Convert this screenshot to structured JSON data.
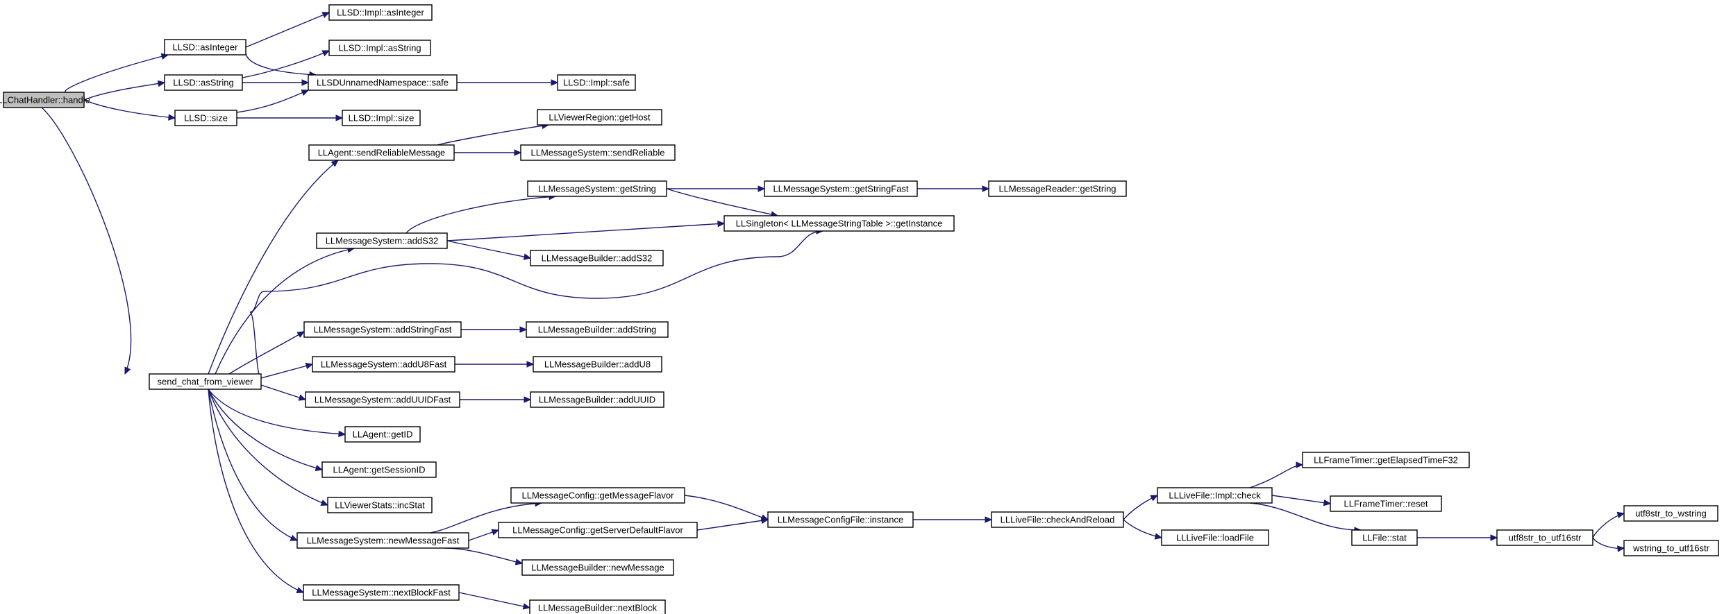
{
  "graph": {
    "edge_color": "#191970",
    "root_fill": "#bfbfbf",
    "nodes": [
      {
        "id": "handle",
        "label": "LLChatHandler::handle",
        "root": true
      },
      {
        "id": "asInteger",
        "label": "LLSD::asInteger"
      },
      {
        "id": "implAsInteger",
        "label": "LLSD::Impl::asInteger"
      },
      {
        "id": "asString",
        "label": "LLSD::asString"
      },
      {
        "id": "implAsString",
        "label": "LLSD::Impl::asString"
      },
      {
        "id": "safe",
        "label": "LLSDUnnamedNamespace::safe"
      },
      {
        "id": "implSafe",
        "label": "LLSD::Impl::safe"
      },
      {
        "id": "size",
        "label": "LLSD::size"
      },
      {
        "id": "implSize",
        "label": "LLSD::Impl::size"
      },
      {
        "id": "sendReliableMessage",
        "label": "LLAgent::sendReliableMessage"
      },
      {
        "id": "getHost",
        "label": "LLViewerRegion::getHost"
      },
      {
        "id": "sendReliable",
        "label": "LLMessageSystem::sendReliable"
      },
      {
        "id": "getString",
        "label": "LLMessageSystem::getString"
      },
      {
        "id": "getStringFast",
        "label": "LLMessageSystem::getStringFast"
      },
      {
        "id": "readerGetString",
        "label": "LLMessageReader::getString"
      },
      {
        "id": "getInstance",
        "label": "LLSingleton< LLMessageStringTable >::getInstance"
      },
      {
        "id": "addS32",
        "label": "LLMessageSystem::addS32"
      },
      {
        "id": "builderAddS32",
        "label": "LLMessageBuilder::addS32"
      },
      {
        "id": "addStringFast",
        "label": "LLMessageSystem::addStringFast"
      },
      {
        "id": "builderAddString",
        "label": "LLMessageBuilder::addString"
      },
      {
        "id": "sendChat",
        "label": "send_chat_from_viewer"
      },
      {
        "id": "addU8Fast",
        "label": "LLMessageSystem::addU8Fast"
      },
      {
        "id": "builderAddU8",
        "label": "LLMessageBuilder::addU8"
      },
      {
        "id": "addUUIDFast",
        "label": "LLMessageSystem::addUUIDFast"
      },
      {
        "id": "builderAddUUID",
        "label": "LLMessageBuilder::addUUID"
      },
      {
        "id": "getID",
        "label": "LLAgent::getID"
      },
      {
        "id": "getSessionID",
        "label": "LLAgent::getSessionID"
      },
      {
        "id": "incStat",
        "label": "LLViewerStats::incStat"
      },
      {
        "id": "getMessageFlavor",
        "label": "LLMessageConfig::getMessageFlavor"
      },
      {
        "id": "configInstance",
        "label": "LLMessageConfigFile::instance"
      },
      {
        "id": "checkAndReload",
        "label": "LLLiveFile::checkAndReload"
      },
      {
        "id": "implCheck",
        "label": "LLLiveFile::Impl::check"
      },
      {
        "id": "getElapsed",
        "label": "LLFrameTimer::getElapsedTimeF32"
      },
      {
        "id": "timerReset",
        "label": "LLFrameTimer::reset"
      },
      {
        "id": "newMessageFast",
        "label": "LLMessageSystem::newMessageFast"
      },
      {
        "id": "getServerDefaultFlavor",
        "label": "LLMessageConfig::getServerDefaultFlavor"
      },
      {
        "id": "loadFile",
        "label": "LLLiveFile::loadFile"
      },
      {
        "id": "fileStat",
        "label": "LLFile::stat"
      },
      {
        "id": "utf8to16",
        "label": "utf8str_to_utf16str"
      },
      {
        "id": "utf8toW",
        "label": "utf8str_to_wstring"
      },
      {
        "id": "wto16",
        "label": "wstring_to_utf16str"
      },
      {
        "id": "builderNewMessage",
        "label": "LLMessageBuilder::newMessage"
      },
      {
        "id": "nextBlockFast",
        "label": "LLMessageSystem::nextBlockFast"
      },
      {
        "id": "builderNextBlock",
        "label": "LLMessageBuilder::nextBlock"
      }
    ],
    "edges": [
      [
        "handle",
        "asInteger"
      ],
      [
        "handle",
        "asString"
      ],
      [
        "handle",
        "size"
      ],
      [
        "handle",
        "sendChat"
      ],
      [
        "asInteger",
        "implAsInteger"
      ],
      [
        "asInteger",
        "safe"
      ],
      [
        "asString",
        "implAsString"
      ],
      [
        "asString",
        "safe"
      ],
      [
        "size",
        "safe"
      ],
      [
        "size",
        "implSize"
      ],
      [
        "safe",
        "implSafe"
      ],
      [
        "sendReliableMessage",
        "getHost"
      ],
      [
        "sendReliableMessage",
        "sendReliable"
      ],
      [
        "getString",
        "getStringFast"
      ],
      [
        "getString",
        "getInstance"
      ],
      [
        "getStringFast",
        "readerGetString"
      ],
      [
        "addS32",
        "getString"
      ],
      [
        "addS32",
        "getInstance"
      ],
      [
        "addS32",
        "builderAddS32"
      ],
      [
        "addStringFast",
        "builderAddString"
      ],
      [
        "addU8Fast",
        "builderAddU8"
      ],
      [
        "addUUIDFast",
        "builderAddUUID"
      ],
      [
        "sendChat",
        "sendReliableMessage"
      ],
      [
        "sendChat",
        "addS32"
      ],
      [
        "sendChat",
        "getInstance"
      ],
      [
        "sendChat",
        "addStringFast"
      ],
      [
        "sendChat",
        "addU8Fast"
      ],
      [
        "sendChat",
        "addUUIDFast"
      ],
      [
        "sendChat",
        "getID"
      ],
      [
        "sendChat",
        "getSessionID"
      ],
      [
        "sendChat",
        "incStat"
      ],
      [
        "sendChat",
        "newMessageFast"
      ],
      [
        "sendChat",
        "nextBlockFast"
      ],
      [
        "newMessageFast",
        "getMessageFlavor"
      ],
      [
        "newMessageFast",
        "getServerDefaultFlavor"
      ],
      [
        "newMessageFast",
        "builderNewMessage"
      ],
      [
        "getMessageFlavor",
        "configInstance"
      ],
      [
        "getServerDefaultFlavor",
        "configInstance"
      ],
      [
        "configInstance",
        "checkAndReload"
      ],
      [
        "checkAndReload",
        "implCheck"
      ],
      [
        "checkAndReload",
        "loadFile"
      ],
      [
        "implCheck",
        "getElapsed"
      ],
      [
        "implCheck",
        "timerReset"
      ],
      [
        "implCheck",
        "fileStat"
      ],
      [
        "fileStat",
        "utf8to16"
      ],
      [
        "utf8to16",
        "utf8toW"
      ],
      [
        "utf8to16",
        "wto16"
      ],
      [
        "nextBlockFast",
        "builderNextBlock"
      ]
    ]
  }
}
